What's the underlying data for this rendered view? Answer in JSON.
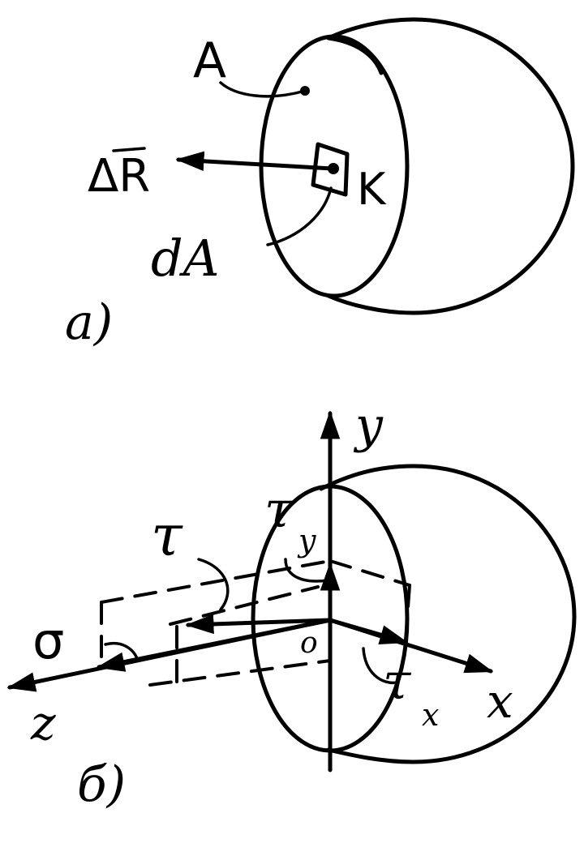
{
  "panel_a": {
    "caption": "a)",
    "area_label": "A",
    "force_label": "ΔR",
    "point_label": "K",
    "element_label": "dA"
  },
  "panel_b": {
    "caption": "б)",
    "axis_y": "y",
    "axis_x": "x",
    "axis_z": "z",
    "origin": "o",
    "tau_label": "τ",
    "tau_y_label": "τ",
    "tau_y_sub": "y",
    "tau_x_label": "τ",
    "tau_x_sub": "x",
    "sigma_label": "σ"
  }
}
